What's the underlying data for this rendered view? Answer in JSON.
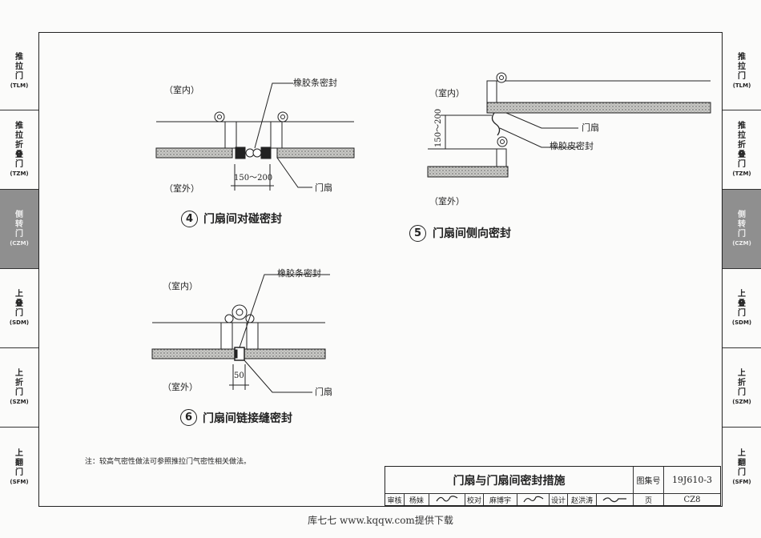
{
  "side_tabs": [
    {
      "chars": [
        "推",
        "拉",
        "门"
      ],
      "code": "(TLM)",
      "active": false
    },
    {
      "chars": [
        "推",
        "拉",
        "折",
        "叠",
        "门"
      ],
      "code": "(TZM)",
      "active": false
    },
    {
      "chars": [
        "侧",
        "转",
        "门"
      ],
      "code": "(CZM)",
      "active": true
    },
    {
      "chars": [
        "上",
        "叠",
        "门"
      ],
      "code": "(SDM)",
      "active": false
    },
    {
      "chars": [
        "上",
        "折",
        "门"
      ],
      "code": "(SZM)",
      "active": false
    },
    {
      "chars": [
        "上",
        "翻",
        "门"
      ],
      "code": "(SFM)",
      "active": false
    }
  ],
  "detail4": {
    "indoor": "（室内）",
    "outdoor": "（室外）",
    "seal_label": "橡胶条密封",
    "leaf_label": "门扇",
    "dimension": "150～200",
    "number": "4",
    "title": "门扇间对碰密封"
  },
  "detail5": {
    "indoor": "（室内）",
    "outdoor": "（室外）",
    "leaf_label": "门扇",
    "seal_label": "橡胶皮密封",
    "dimension": "150～200",
    "number": "5",
    "title": "门扇间侧向密封"
  },
  "detail6": {
    "indoor": "（室内）",
    "outdoor": "（室外）",
    "seal_label": "橡胶条密封",
    "leaf_label": "门扇",
    "dimension": "50",
    "number": "6",
    "title": "门扇间链接缝密封"
  },
  "note": "注：较高气密性做法可参照推拉门气密性相关做法。",
  "title_block": {
    "drawing_title": "门扇与门扇间密封措施",
    "atlas_label": "图集号",
    "atlas_no": "19J610-3",
    "page_label": "页",
    "page_no": "CZ8",
    "review_label": "审核",
    "review_name": "杨妹",
    "check_label": "校对",
    "check_name": "麻博宇",
    "design_label": "设计",
    "design_name": "赵洪涛"
  },
  "footer": "库七七 www.kqqw.com提供下载"
}
